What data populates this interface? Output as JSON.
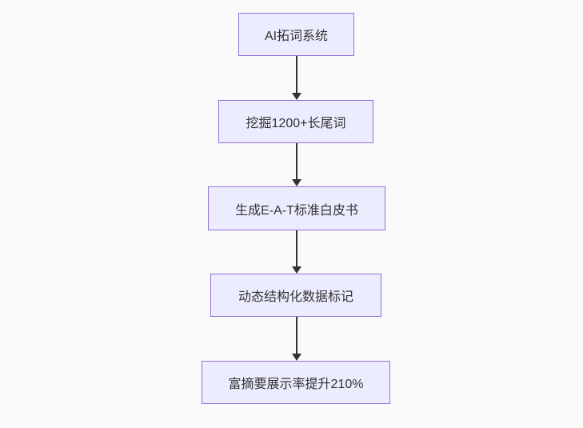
{
  "diagram": {
    "type": "flowchart",
    "direction": "top-down",
    "nodes": [
      {
        "id": "n1",
        "label": "AI拓词系统"
      },
      {
        "id": "n2",
        "label": "挖掘1200+长尾词"
      },
      {
        "id": "n3",
        "label": "生成E-A-T标准白皮书"
      },
      {
        "id": "n4",
        "label": "动态结构化数据标记"
      },
      {
        "id": "n5",
        "label": "富摘要展示率提升210%"
      }
    ],
    "edges": [
      {
        "from": "n1",
        "to": "n2",
        "style": "arrow-down"
      },
      {
        "from": "n2",
        "to": "n3",
        "style": "arrow-down"
      },
      {
        "from": "n3",
        "to": "n4",
        "style": "arrow-down"
      },
      {
        "from": "n4",
        "to": "n5",
        "style": "arrow-down"
      }
    ],
    "colors": {
      "background": "#fafafa",
      "node_fill": "#ECECFF",
      "node_border": "#9370DB",
      "node_text": "#333333",
      "arrow": "#333333"
    }
  }
}
